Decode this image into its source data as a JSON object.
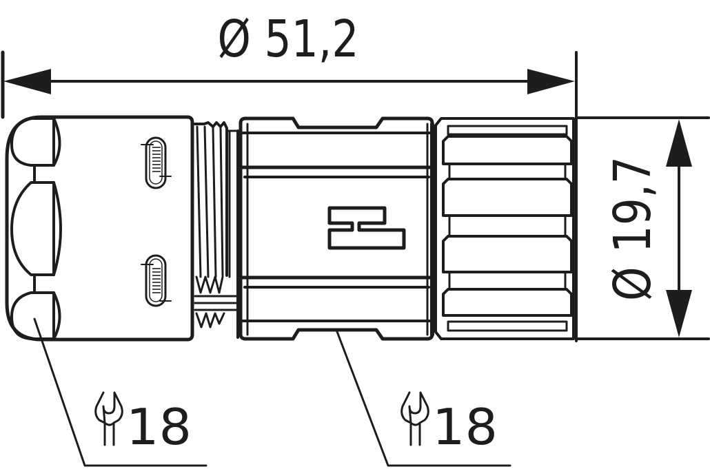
{
  "drawing": {
    "type": "technical-drawing",
    "subject": "circular connector side view",
    "colors": {
      "line": "#1d1d1d",
      "background": "#ffffff"
    }
  },
  "dimensions": {
    "length": {
      "label": "Ø 51,2",
      "symbol": "Ø",
      "value": "51,2",
      "orientation": "horizontal"
    },
    "diameter": {
      "label": "Ø 19,7",
      "symbol": "Ø",
      "value": "19,7",
      "orientation": "vertical"
    }
  },
  "callouts": [
    {
      "icon": "wrench-icon",
      "label": "18",
      "target": "cable-gland-nut"
    },
    {
      "icon": "wrench-icon",
      "label": "18",
      "target": "housing-body"
    }
  ]
}
